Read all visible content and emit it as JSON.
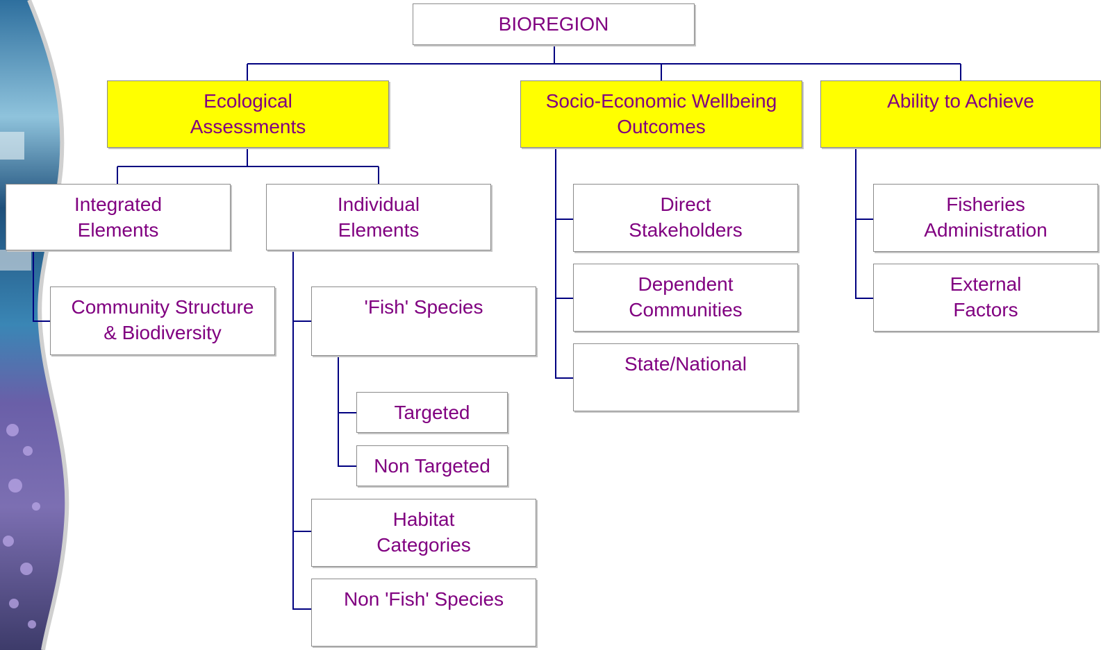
{
  "colors": {
    "text": "#800080",
    "box_border": "#8a8a8a",
    "connector": "#000080",
    "highlight_fill": "#ffff00",
    "plain_fill": "#ffffff"
  },
  "root": {
    "label": "BIOREGION"
  },
  "ecological": {
    "line1": "Ecological",
    "line2": "Assessments",
    "integrated": {
      "line1": "Integrated",
      "line2": "Elements"
    },
    "community": {
      "line1": "Community Structure",
      "line2": "& Biodiversity"
    },
    "individual": {
      "line1": "Individual",
      "line2": "Elements"
    },
    "fish_species": {
      "label": "'Fish' Species"
    },
    "targeted": {
      "label": "Targeted"
    },
    "non_targeted": {
      "label": "Non Targeted"
    },
    "habitat": {
      "line1": "Habitat",
      "line2": "Categories"
    },
    "non_fish_species": {
      "label": "Non 'Fish' Species"
    }
  },
  "socio_economic": {
    "line1": "Socio-Economic Wellbeing",
    "line2": "Outcomes",
    "direct": {
      "line1": "Direct",
      "line2": "Stakeholders"
    },
    "dependent": {
      "line1": "Dependent",
      "line2": "Communities"
    },
    "state": {
      "label": "State/National"
    }
  },
  "ability": {
    "label": "Ability to Achieve",
    "fisheries": {
      "line1": "Fisheries",
      "line2": "Administration"
    },
    "external": {
      "line1": "External",
      "line2": "Factors"
    }
  }
}
